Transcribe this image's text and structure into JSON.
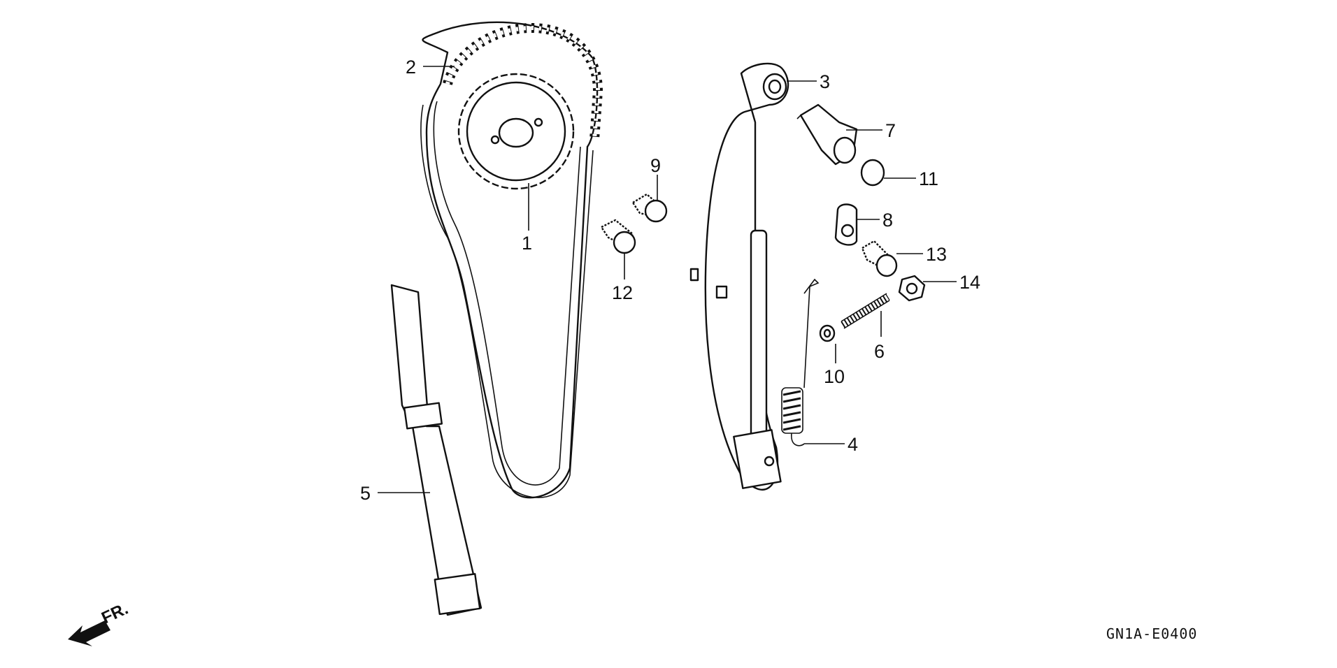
{
  "callouts": [
    {
      "id": "1",
      "label": "1"
    },
    {
      "id": "2",
      "label": "2"
    },
    {
      "id": "3",
      "label": "3"
    },
    {
      "id": "4",
      "label": "4"
    },
    {
      "id": "5",
      "label": "5"
    },
    {
      "id": "6",
      "label": "6"
    },
    {
      "id": "7",
      "label": "7"
    },
    {
      "id": "8",
      "label": "8"
    },
    {
      "id": "9",
      "label": "9"
    },
    {
      "id": "10",
      "label": "10"
    },
    {
      "id": "11",
      "label": "11"
    },
    {
      "id": "12",
      "label": "12"
    },
    {
      "id": "13",
      "label": "13"
    },
    {
      "id": "14",
      "label": "14"
    }
  ],
  "direction_label": "FR.",
  "diagram_code": "GN1A-E0400",
  "colors": {
    "ink": "#111111",
    "paper": "#ffffff"
  }
}
